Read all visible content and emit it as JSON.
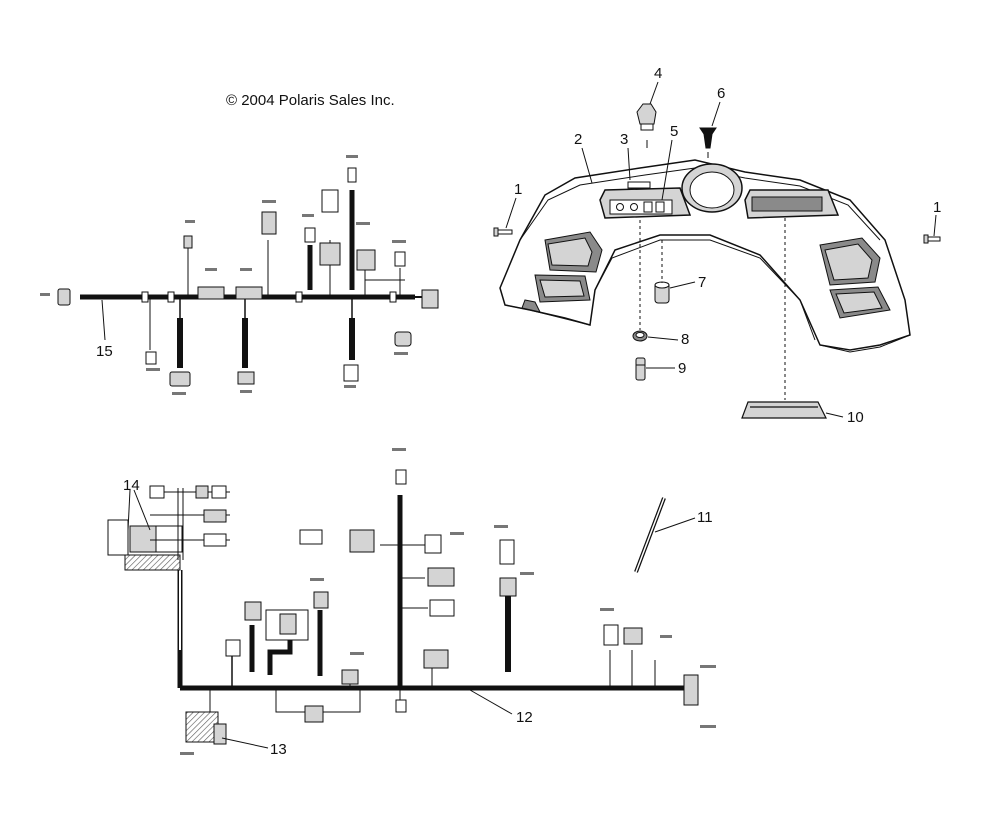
{
  "copyright": "© 2004 Polaris Sales Inc.",
  "callouts": {
    "c1_left": "1",
    "c1_right": "1",
    "c2": "2",
    "c3": "3",
    "c4": "4",
    "c5": "5",
    "c6": "6",
    "c7": "7",
    "c8": "8",
    "c9": "9",
    "c10": "10",
    "c11": "11",
    "c12": "12",
    "c13": "13",
    "c14": "14",
    "c15": "15"
  },
  "colors": {
    "line": "#111111",
    "panel_fill": "#d4d4d4",
    "vent_fill": "#8a8a8a",
    "hatch": "#555555"
  }
}
